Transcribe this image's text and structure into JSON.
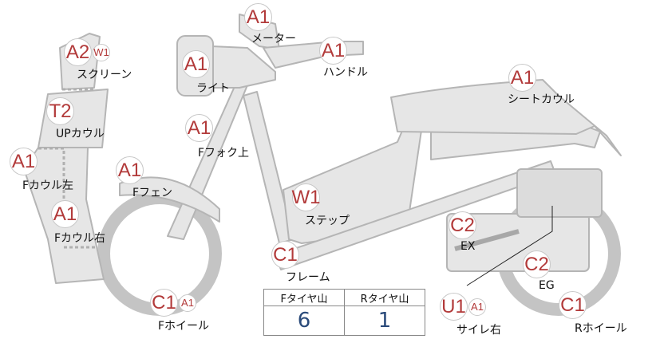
{
  "parts": [
    {
      "id": "meter",
      "codes": [
        "A1"
      ],
      "label": "メーター"
    },
    {
      "id": "handle",
      "codes": [
        "A1"
      ],
      "label": "ハンドル"
    },
    {
      "id": "screen",
      "codes": [
        "A2",
        "W1"
      ],
      "label": "スクリーン"
    },
    {
      "id": "light",
      "codes": [
        "A1"
      ],
      "label": "ライト"
    },
    {
      "id": "seat-cowl",
      "codes": [
        "A1"
      ],
      "label": "シートカウル"
    },
    {
      "id": "up-cowl",
      "codes": [
        "T2"
      ],
      "label": "UPカウル"
    },
    {
      "id": "front-fork-upper",
      "codes": [
        "A1"
      ],
      "label": "Fフォク上"
    },
    {
      "id": "front-cowl-left",
      "codes": [
        "A1"
      ],
      "label": "Fカウル左"
    },
    {
      "id": "front-fender",
      "codes": [
        "A1"
      ],
      "label": "Fフェン"
    },
    {
      "id": "step",
      "codes": [
        "W1"
      ],
      "label": "ステップ"
    },
    {
      "id": "exhaust",
      "codes": [
        "C2"
      ],
      "label": "EX"
    },
    {
      "id": "front-cowl-right",
      "codes": [
        "A1"
      ],
      "label": "Fカウル右"
    },
    {
      "id": "frame",
      "codes": [
        "C1"
      ],
      "label": "フレーム"
    },
    {
      "id": "engine",
      "codes": [
        "C2"
      ],
      "label": "EG"
    },
    {
      "id": "front-wheel",
      "codes": [
        "C1",
        "A1"
      ],
      "label": "Fホイール"
    },
    {
      "id": "muffler-right",
      "codes": [
        "U1",
        "A1"
      ],
      "label": "サイレ右"
    },
    {
      "id": "rear-wheel",
      "codes": [
        "C1"
      ],
      "label": "Rホイール"
    }
  ],
  "tire_tread": {
    "front_label": "Fタイヤ山",
    "rear_label": "Rタイヤ山",
    "front_value": "6",
    "rear_value": "1"
  },
  "colors": {
    "part_fill": "#e6e6e6",
    "part_stroke": "#b5b5b5",
    "code_text": "#b23a3a",
    "tread_value_text": "#2a4a7a"
  }
}
